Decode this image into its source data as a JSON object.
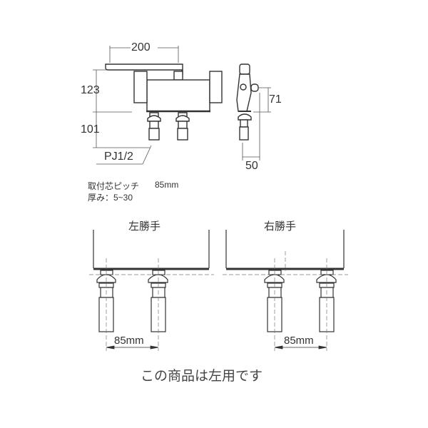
{
  "top_view": {
    "dim_width": "200",
    "dim_upper_height": "123",
    "dim_lower_height": "101",
    "thread_label": "PJ1/2"
  },
  "side_view": {
    "dim_height": "71",
    "dim_depth": "50"
  },
  "specs": {
    "pitch_label": "取付芯ピッチ",
    "pitch_value": "85mm",
    "thickness_label": "厚み：5~30"
  },
  "left_install": {
    "title": "左勝手",
    "pitch": "85mm"
  },
  "right_install": {
    "title": "右勝手",
    "pitch": "85mm"
  },
  "footer_note": "この商品は左用です",
  "colors": {
    "line": "#333333",
    "fill": "#ffffff",
    "dim": "#555555"
  }
}
